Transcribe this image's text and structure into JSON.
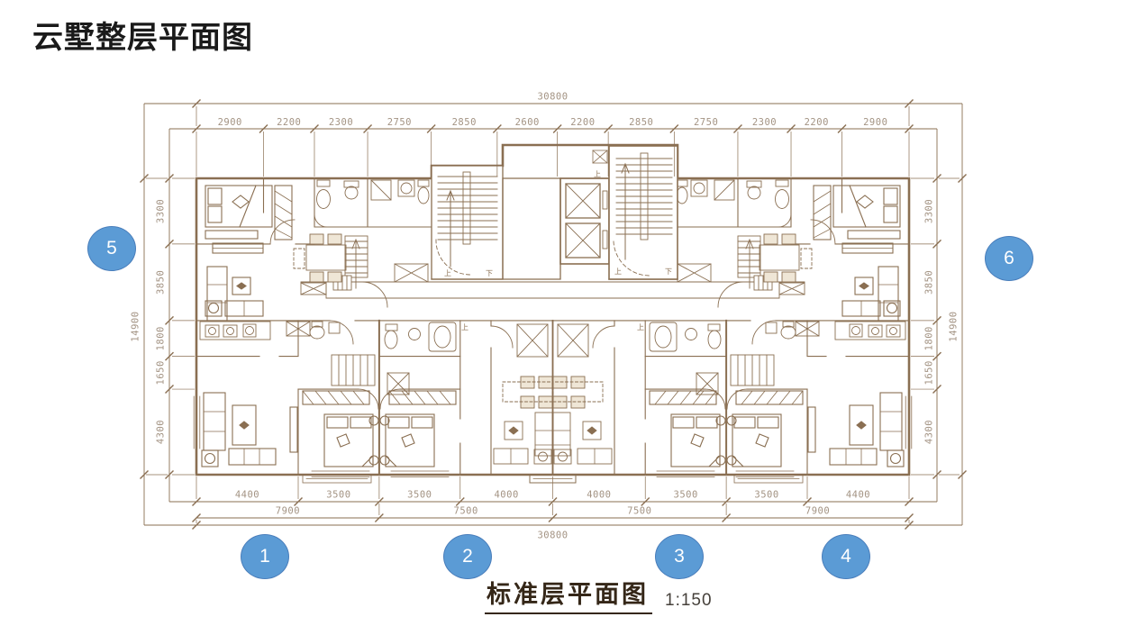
{
  "slide": {
    "title": "云墅整层平面图"
  },
  "caption": {
    "label": "标准层平面图",
    "scale": "1:150"
  },
  "markers": [
    {
      "label": "1"
    },
    {
      "label": "2"
    },
    {
      "label": "3"
    },
    {
      "label": "4"
    },
    {
      "label": "5"
    },
    {
      "label": "6"
    }
  ],
  "plan": {
    "drawing_name": "standard floor plan of duplex residence (云墅)",
    "dimensions": {
      "top": {
        "total": "30800",
        "segments": [
          "2900",
          "2200",
          "2300",
          "2750",
          "2850",
          "2600",
          "2200",
          "2850",
          "2750",
          "2300",
          "2200",
          "2900"
        ]
      },
      "bottom": {
        "segments": [
          "4400",
          "3500",
          "3500",
          "4000",
          "4000",
          "3500",
          "3500",
          "4400"
        ],
        "groups": [
          "7900",
          "7500",
          "7500",
          "7900"
        ],
        "total": "30800"
      },
      "left": {
        "total": "14900",
        "segments": [
          "3300",
          "3850",
          "1800",
          "1650",
          "4300"
        ]
      },
      "right": {
        "total": "14900",
        "segments": [
          "3300",
          "3850",
          "1800",
          "1650",
          "4300"
        ]
      }
    },
    "stair_labels": {
      "up": "上",
      "down": "下"
    },
    "colors": {
      "line": "#8a6f52",
      "dim_text": "#a39383",
      "chair_fill": "#efe6d6",
      "marker_fill": "#5b9bd5",
      "marker_border": "#4a7ebb",
      "caption_text": "#352718",
      "title_text": "#1a1a1a"
    }
  }
}
